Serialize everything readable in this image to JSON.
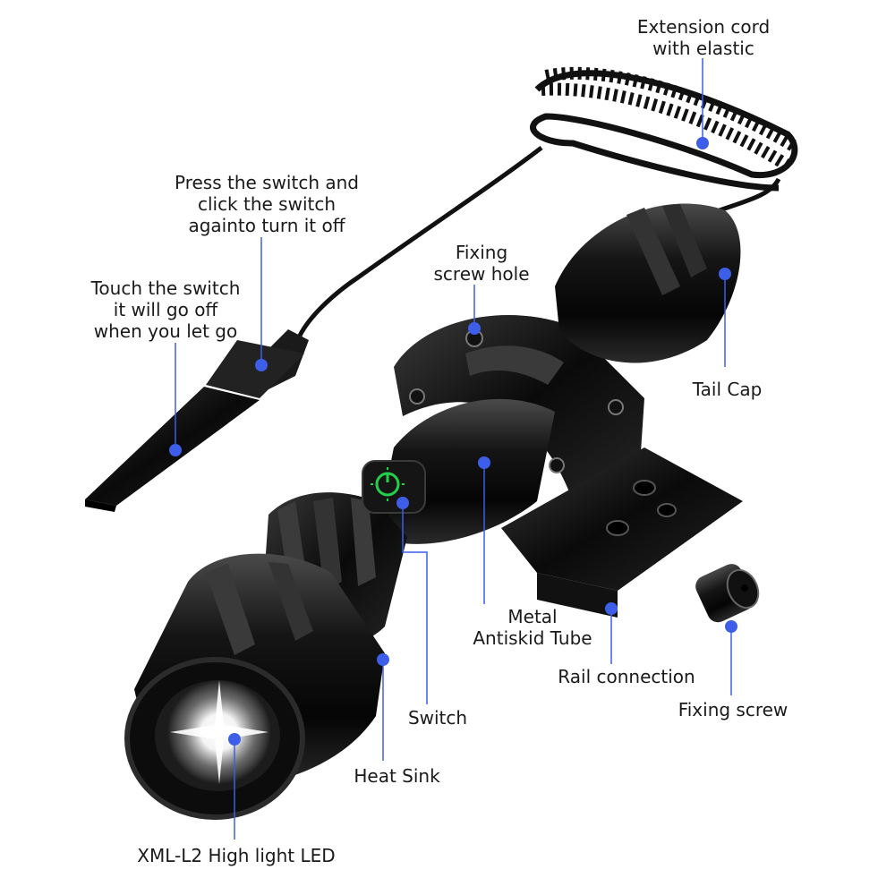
{
  "colors": {
    "callout": "#3d5ee8",
    "body": "#0d0d0d",
    "indicator": "#22d14a"
  },
  "labels": {
    "extension_cord": [
      "Extension cord",
      "with elastic"
    ],
    "press_switch": [
      "Press the switch and",
      "click the switch",
      "againto turn it off"
    ],
    "touch_switch": [
      "Touch the switch",
      "it will go off",
      "when you let go"
    ],
    "fixing_screw_hole": [
      "Fixing",
      "screw hole"
    ],
    "tail_cap": "Tail Cap",
    "metal_tube": [
      "Metal",
      "Antiskid Tube"
    ],
    "rail_connection": "Rail connection",
    "fixing_screw": "Fixing screw",
    "switch": "Switch",
    "heat_sink": "Heat Sink",
    "led": "XML-L2 High light LED"
  }
}
